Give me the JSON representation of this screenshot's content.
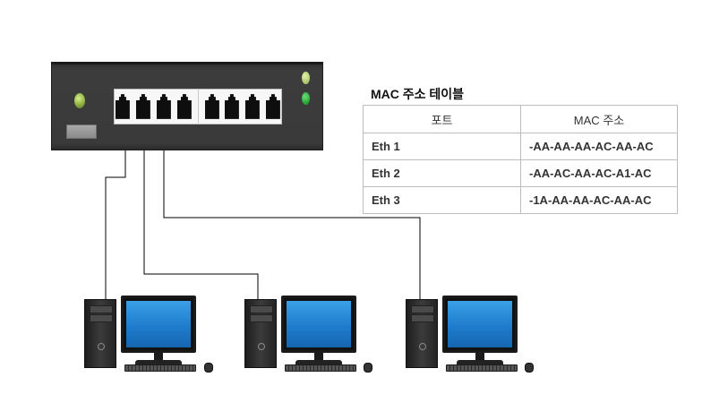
{
  "table": {
    "title": "MAC 주소 테이블",
    "headers": [
      "포트",
      "MAC 주소"
    ],
    "rows": [
      {
        "port": "Eth 1",
        "mac": "-AA-AA-AA-AC-AA-AC"
      },
      {
        "port": "Eth 2",
        "mac": "-AA-AC-AA-AC-A1-AC"
      },
      {
        "port": "Eth 3",
        "mac": "-1A-AA-AA-AC-AA-AC"
      }
    ]
  },
  "switch": {
    "port_count": 8
  },
  "computers": [
    "pc-1",
    "pc-2",
    "pc-3"
  ],
  "colors": {
    "switch_body": "#3a3a3a",
    "screen": "#2b8fdb",
    "led_green": "#23a531"
  }
}
